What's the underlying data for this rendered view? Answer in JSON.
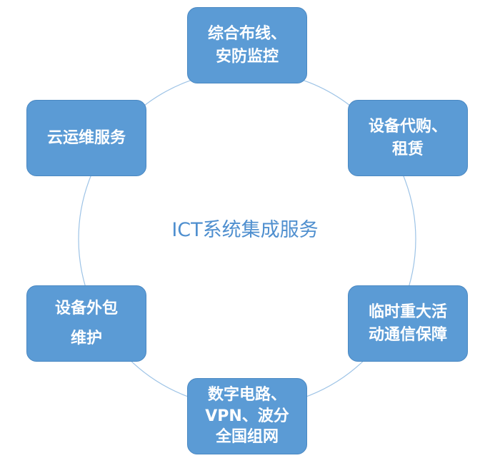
{
  "center_title": "ICT系统集成服务",
  "nodes": [
    {
      "id": "cabling",
      "lines": [
        "综合布线、",
        "安防监控"
      ]
    },
    {
      "id": "device",
      "lines": [
        "设备代购、",
        "租赁"
      ]
    },
    {
      "id": "event",
      "lines": [
        "临时重大活",
        "动通信保障"
      ]
    },
    {
      "id": "network",
      "lines": [
        "数字电路、",
        "VPN、波分",
        "全国组网"
      ]
    },
    {
      "id": "outsrc",
      "lines": [
        "设备外包",
        "维护"
      ]
    },
    {
      "id": "cloud",
      "lines": [
        "云运维服务"
      ]
    }
  ],
  "colors": {
    "box_fill": "#5b9bd5",
    "box_text": "#ffffff",
    "ring": "#9dc3e6",
    "title": "#4f8fcf"
  }
}
